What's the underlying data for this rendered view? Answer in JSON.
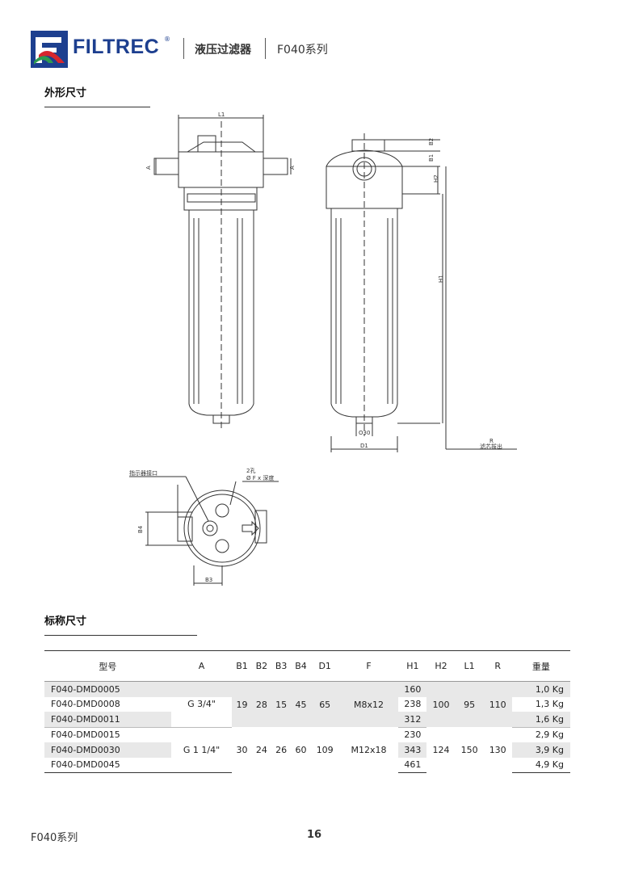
{
  "header": {
    "brand": "FILTREC",
    "reg_mark": "®",
    "category": "液压过滤器",
    "series": "F040系列"
  },
  "sections": {
    "dims_title": "外形尺寸",
    "nominal_title": "标称尺寸"
  },
  "drawing_labels": {
    "l1": "L1",
    "a": "A",
    "b1": "B1",
    "b2": "B2",
    "h2": "H2",
    "h1": "H1",
    "o30": "O30",
    "d1": "D1",
    "r": "R",
    "r_note": "滤芯拔出",
    "indicator_port": "指示器接口",
    "holes_count": "2孔",
    "holes_spec": "Ø F x 深度",
    "b3": "B3",
    "b4": "B4"
  },
  "table": {
    "headers": [
      "型号",
      "A",
      "B1",
      "B2",
      "B3",
      "B4",
      "D1",
      "F",
      "H1",
      "H2",
      "L1",
      "R",
      "重量"
    ],
    "groups": [
      {
        "A": "G 3/4\"",
        "B1": "19",
        "B2": "28",
        "B3": "15",
        "B4": "45",
        "D1": "65",
        "F": "M8x12",
        "H2": "100",
        "L1": "95",
        "R": "110",
        "rows": [
          {
            "model": "F040-DMD0005",
            "H1": "160",
            "weight": "1,0 Kg"
          },
          {
            "model": "F040-DMD0008",
            "H1": "238",
            "weight": "1,3 Kg"
          },
          {
            "model": "F040-DMD0011",
            "H1": "312",
            "weight": "1,6 Kg"
          }
        ]
      },
      {
        "A": "G 1 1/4\"",
        "B1": "30",
        "B2": "24",
        "B3": "26",
        "B4": "60",
        "D1": "109",
        "F": "M12x18",
        "H2": "124",
        "L1": "150",
        "R": "130",
        "rows": [
          {
            "model": "F040-DMD0015",
            "H1": "230",
            "weight": "2,9 Kg"
          },
          {
            "model": "F040-DMD0030",
            "H1": "343",
            "weight": "3,9 Kg"
          },
          {
            "model": "F040-DMD0045",
            "H1": "461",
            "weight": "4,9 Kg"
          }
        ]
      }
    ]
  },
  "footer": {
    "series": "F040系列",
    "page": "16"
  },
  "colors": {
    "brand_blue": "#1d3f8f",
    "brand_red": "#d7262d",
    "brand_green": "#2e9b4f",
    "shade": "#e8e8e8"
  }
}
